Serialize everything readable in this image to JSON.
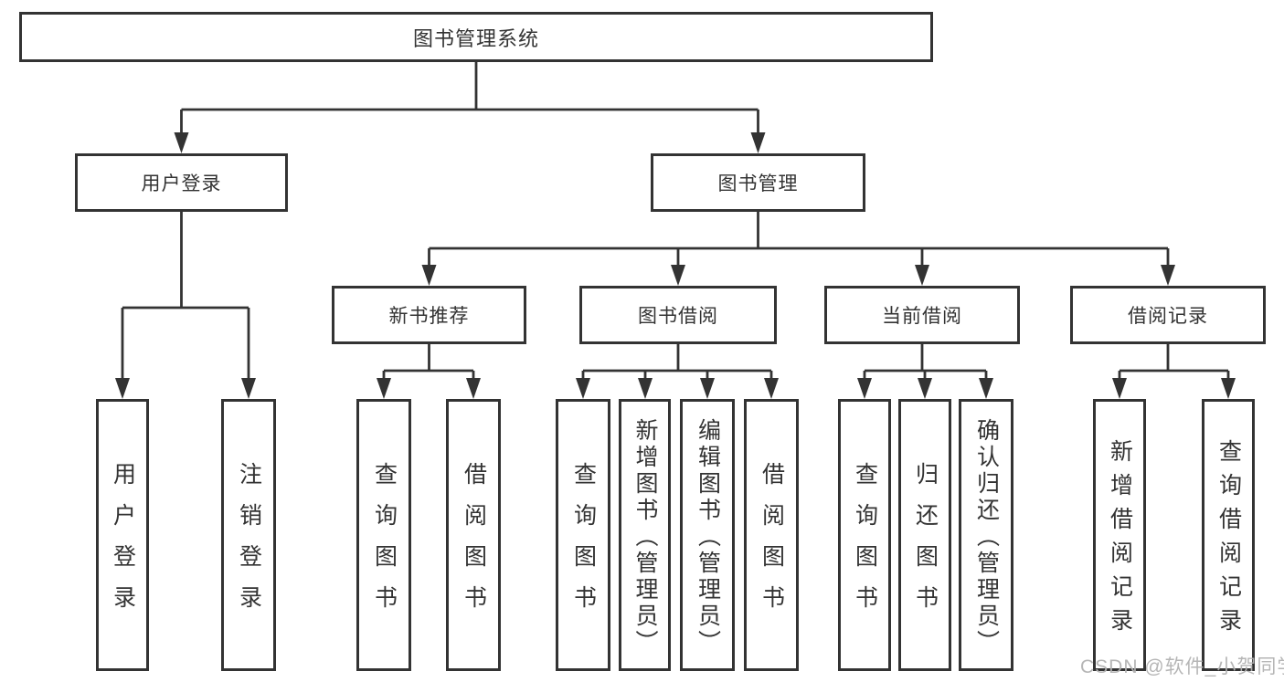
{
  "diagram": {
    "type": "hierarchy",
    "colors": {
      "line": "#333333",
      "box_border": "#333333",
      "box_fill": "#ffffff",
      "text": "#333333",
      "watermark": "#b2b2b2"
    }
  },
  "tree": {
    "label": "图书管理系统",
    "children": [
      {
        "label": "用户登录",
        "children": [
          {
            "label": "用户登录"
          },
          {
            "label": "注销登录"
          }
        ]
      },
      {
        "label": "图书管理",
        "children": [
          {
            "label": "新书推荐",
            "children": [
              {
                "label": "查询图书"
              },
              {
                "label": "借阅图书"
              }
            ]
          },
          {
            "label": "图书借阅",
            "children": [
              {
                "label": "查询图书"
              },
              {
                "label": "新增图书（管理员）"
              },
              {
                "label": "编辑图书（管理员）"
              },
              {
                "label": "借阅图书"
              }
            ]
          },
          {
            "label": "当前借阅",
            "children": [
              {
                "label": "查询图书"
              },
              {
                "label": "归还图书"
              },
              {
                "label": "确认归还（管理员）"
              }
            ]
          },
          {
            "label": "借阅记录",
            "children": [
              {
                "label": "新增借阅记录"
              },
              {
                "label": "查询借阅记录"
              }
            ]
          }
        ]
      }
    ]
  },
  "watermark": {
    "text": "CSDN @软件_小贺同学"
  }
}
